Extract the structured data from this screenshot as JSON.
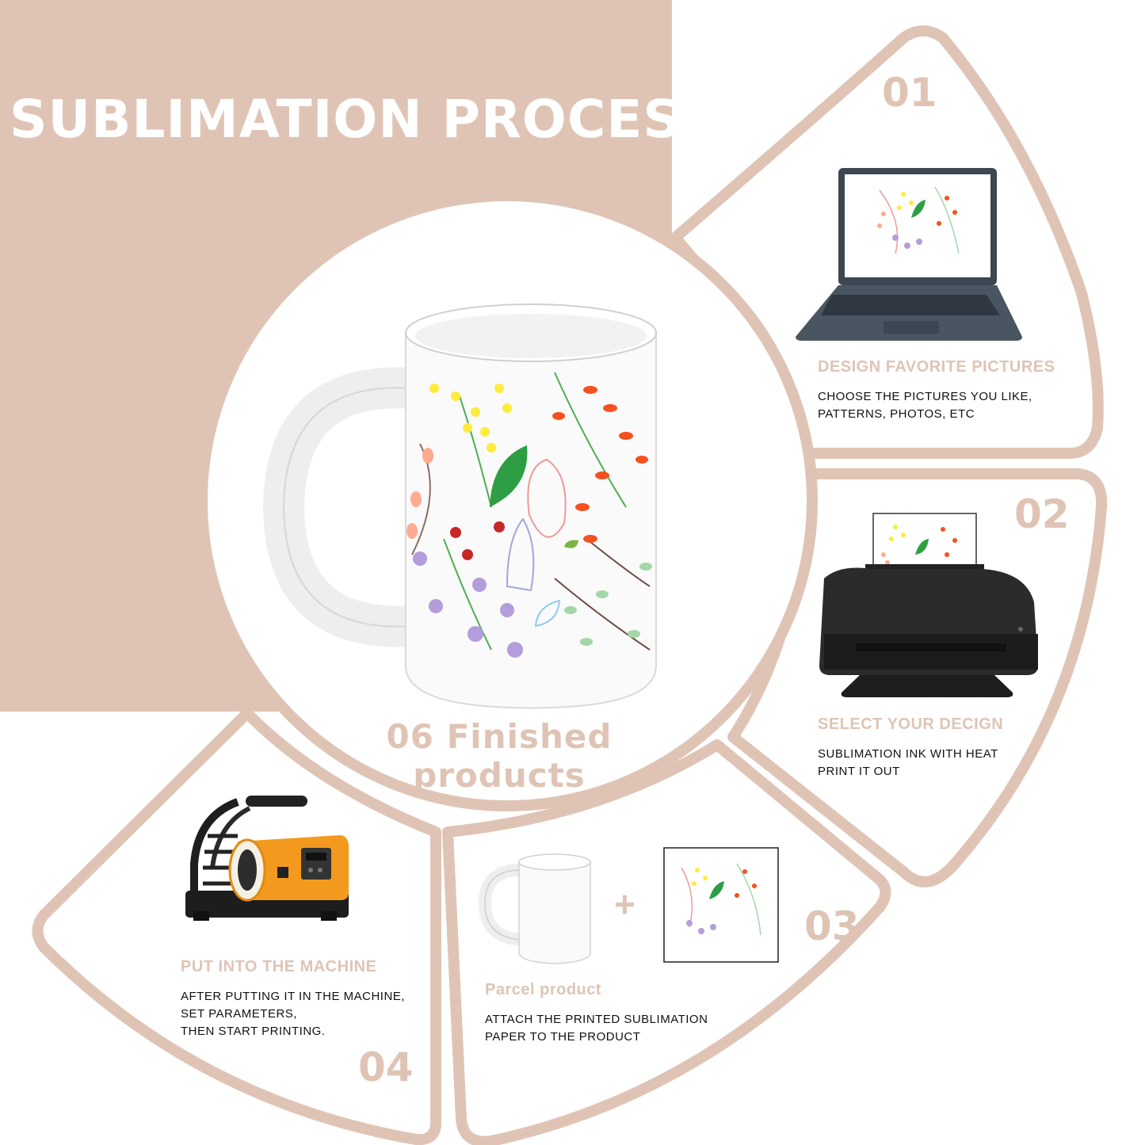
{
  "title": "SUBLIMATION PROCESS",
  "center": {
    "label": "06 Finished products"
  },
  "steps": [
    {
      "number": "01",
      "title": "DESIGN FAVORITE PICTURES",
      "desc_lines": [
        "CHOOSE THE PICTURES YOU LIKE,",
        "PATTERNS, PHOTOS, ETC"
      ]
    },
    {
      "number": "02",
      "title": "SELECT YOUR DECIGN",
      "desc_lines": [
        "SUBLIMATION INK WITH HEAT",
        "PRINT IT OUT"
      ]
    },
    {
      "number": "03",
      "title": "Parcel product",
      "desc_lines": [
        "ATTACH THE PRINTED SUBLIMATION",
        "PAPER TO THE PRODUCT"
      ],
      "plus": "+"
    },
    {
      "number": "04",
      "title": "PUT INTO THE MACHINE",
      "desc_lines": [
        "AFTER PUTTING IT IN THE MACHINE,",
        "SET PARAMETERS,",
        "THEN START PRINTING."
      ]
    }
  ],
  "colors": {
    "accent": "#dfc4b5",
    "text": "#111111",
    "background": "#ffffff"
  }
}
